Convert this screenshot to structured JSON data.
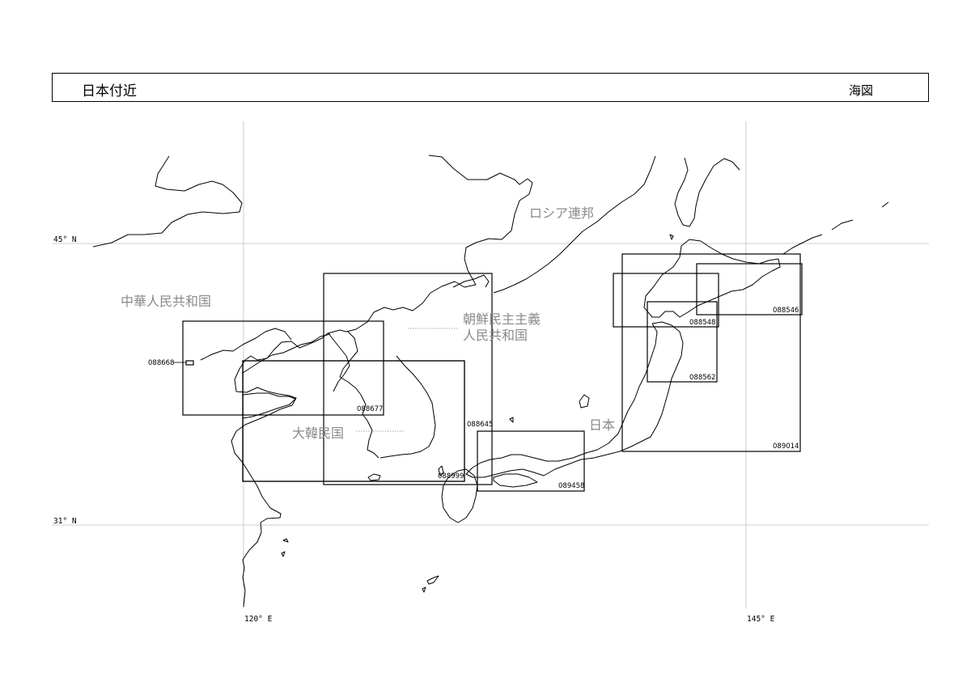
{
  "header": {
    "title": "日本付近",
    "type": "海図"
  },
  "grid": {
    "lat_labels": [
      "45° N",
      "31° N"
    ],
    "lon_labels": [
      "120° E",
      "145° E"
    ]
  },
  "countries": {
    "russia": "ロシア連邦",
    "china": "中華人民共和国",
    "dprk_line1": "朝鮮民主主義",
    "dprk_line2": "人民共和国",
    "korea": "大韓民国",
    "japan": "日本"
  },
  "charts": [
    "088668",
    "088677",
    "088645",
    "088999",
    "089458",
    "088548",
    "088546",
    "088562",
    "089014"
  ],
  "colors": {
    "coast": "#000000",
    "grid": "#bfbfbf",
    "country_label": "#8a8a8a"
  }
}
